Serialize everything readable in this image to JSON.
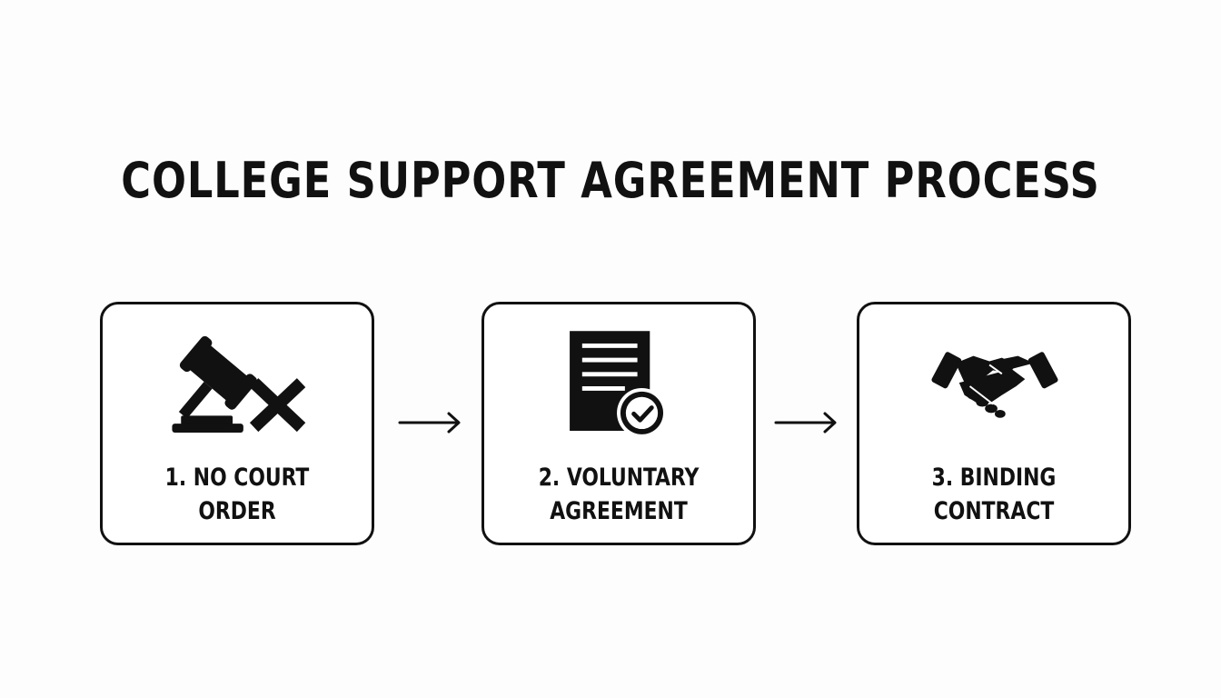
{
  "title": "COLLEGE SUPPORT AGREEMENT PROCESS",
  "steps": [
    {
      "line1": "1. NO COURT",
      "line2": "ORDER",
      "icon": "gavel-with-x-icon"
    },
    {
      "line1": "2. VOLUNTARY",
      "line2": "AGREEMENT",
      "icon": "document-checkmark-icon"
    },
    {
      "line1": "3. BINDING",
      "line2": "CONTRACT",
      "icon": "handshake-icon"
    }
  ],
  "colors": {
    "ink": "#111111",
    "background": "#fdfdfd"
  }
}
